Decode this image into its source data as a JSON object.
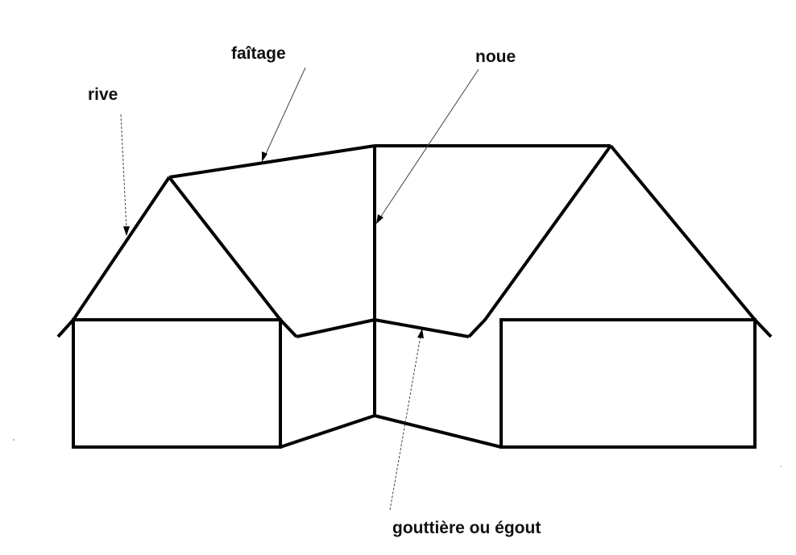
{
  "labels": {
    "rive": "rive",
    "faitage": "faîtage",
    "noue": "noue",
    "gouttiere": "gouttière ou égout"
  },
  "colors": {
    "ink": "#000000",
    "background": "#ffffff"
  }
}
